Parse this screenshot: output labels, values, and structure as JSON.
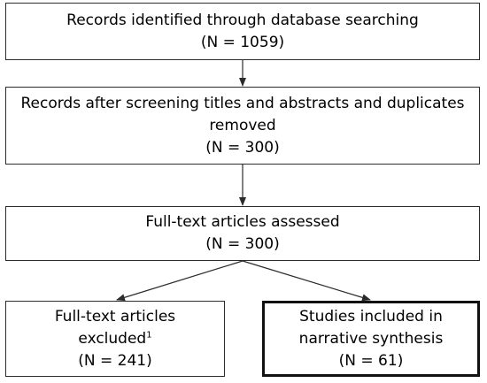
{
  "flow": {
    "identified": {
      "label": "Records identified through database searching",
      "count": "(N = 1059)"
    },
    "screened": {
      "label_line1": "Records after screening titles and abstracts and duplicates",
      "label_line2": "removed",
      "count": "(N = 300)"
    },
    "assessed": {
      "label": "Full-text articles assessed",
      "count": "(N = 300)"
    },
    "excluded": {
      "label_line1": "Full-text articles",
      "label_line2": "excluded",
      "footnote_mark": "1",
      "count": "(N = 241)"
    },
    "included": {
      "label_line1": "Studies included in",
      "label_line2": "narrative synthesis",
      "count": "(N = 61)"
    }
  },
  "colors": {
    "line": "#2b2b2b",
    "border": "#2b2b2b",
    "emphasis_border": "#111111"
  }
}
